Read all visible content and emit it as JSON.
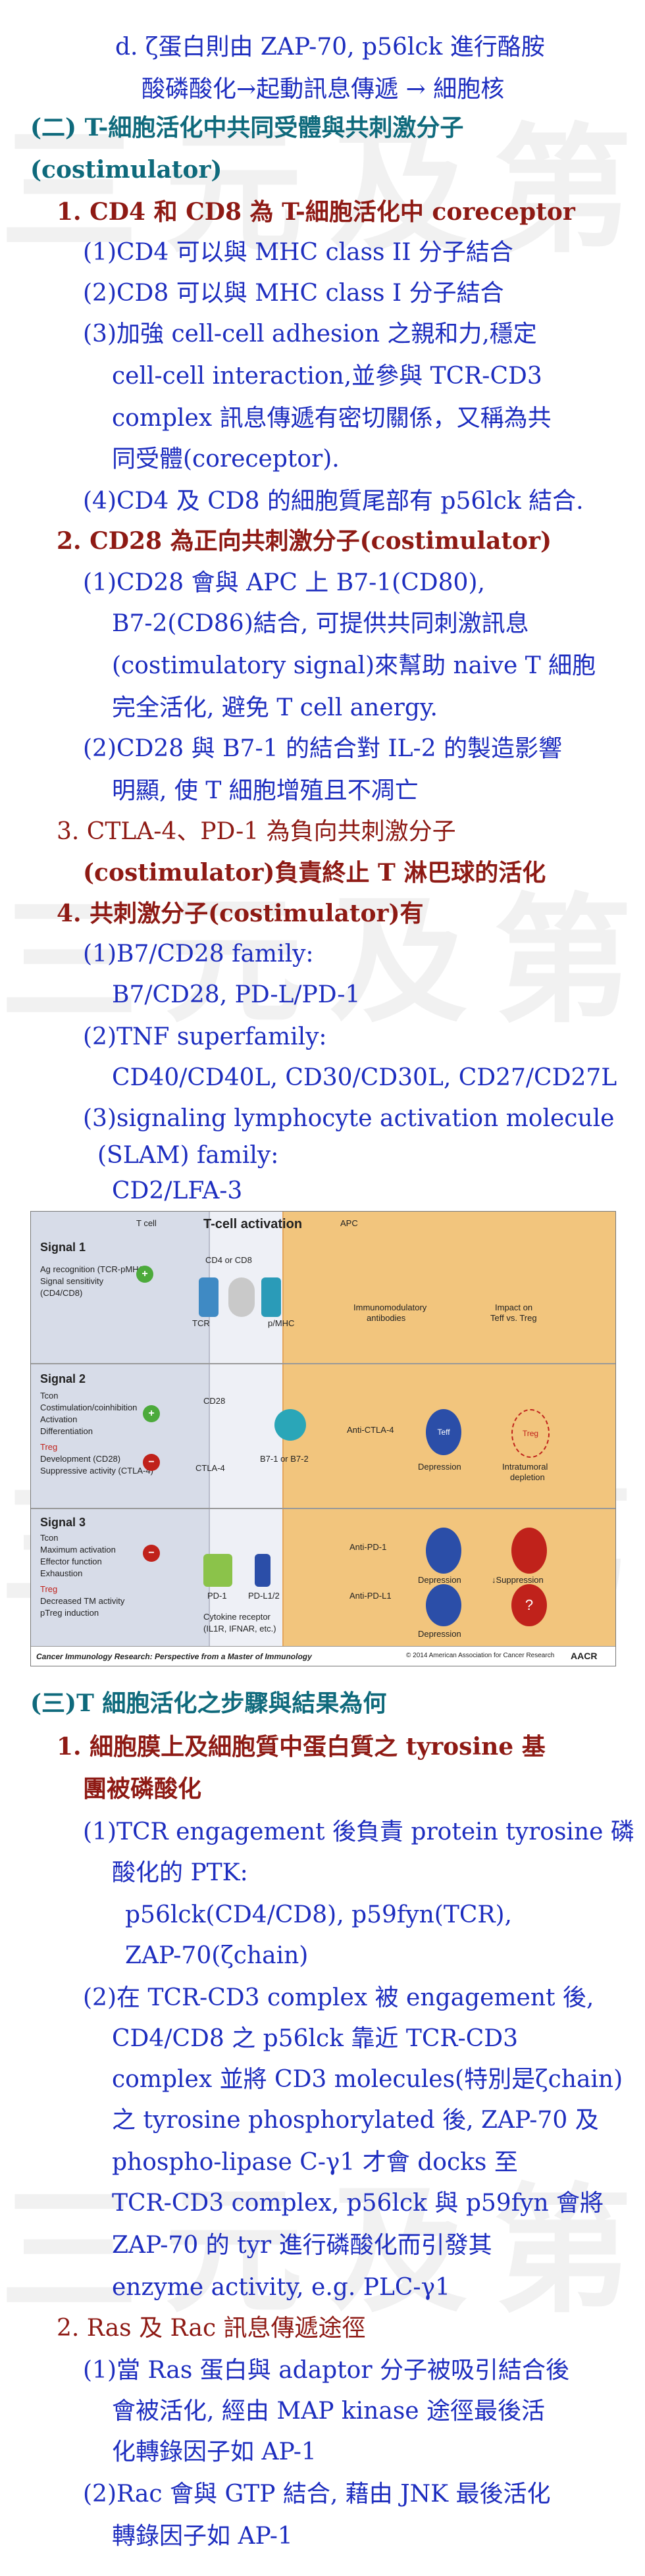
{
  "lines": [
    "d. ζ蛋白則由 ZAP-70, p56lck 進行酪胺",
    "酸磷酸化→起動訊息傳遞 → 細胞核",
    "(二) T-細胞活化中共同受體與共刺激分子",
    "(costimulator)",
    "1. CD4 和 CD8 為 T-細胞活化中 coreceptor",
    "(1)CD4 可以與 MHC class II 分子結合",
    "(2)CD8 可以與 MHC class I 分子結合",
    "(3)加強 cell-cell adhesion 之親和力,穩定",
    "cell-cell interaction,並參與 TCR-CD3",
    "complex 訊息傳遞有密切關係，又稱為共",
    "同受體(coreceptor).",
    "(4)CD4 及 CD8 的細胞質尾部有 p56lck 結合.",
    "2. CD28 為正向共刺激分子(costimulator)",
    "(1)CD28 會與 APC 上 B7-1(CD80),",
    "B7-2(CD86)結合, 可提供共同刺激訊息",
    "(costimulatory signal)來幫助 naive T 細胞",
    "完全活化, 避免 T cell anergy.",
    "(2)CD28 與 B7-1 的結合對 IL-2 的製造影響",
    "明顯, 使 T 細胞增殖且不凋亡",
    "3. CTLA-4、PD-1 為負向共刺激分子",
    "(costimulator)負責終止 T 淋巴球的活化",
    "4. 共刺激分子(costimulator)有",
    "(1)B7/CD28 family:",
    "B7/CD28, PD-L/PD-1",
    "(2)TNF superfamily:",
    "CD40/CD40L, CD30/CD30L, CD27/CD27L",
    "(3)signaling lymphocyte activation molecule",
    "(SLAM) family:",
    "CD2/LFA-3",
    "(三)T 細胞活化之步驟與結果為何",
    "1. 細胞膜上及細胞質中蛋白質之 tyrosine 基",
    "團被磷酸化",
    "(1)TCR engagement 後負責 protein tyrosine 磷",
    "酸化的 PTK:",
    "p56lck(CD4/CD8), p59fyn(TCR),",
    "ZAP-70(ζchain)",
    "(2)在 TCR-CD3 complex 被 engagement 後,",
    "CD4/CD8 之 p56lck 靠近 TCR-CD3",
    "complex 並將 CD3 molecules(特別是ζchain)",
    "之 tyrosine phosphorylated 後, ZAP-70 及",
    "phospho-lipase C-γ1 才會 docks 至",
    "TCR-CD3 complex, p56lck 與 p59fyn 會將",
    "ZAP-70 的 tyr 進行磷酸化而引發其",
    "enzyme activity, e.g. PLC-γ1",
    "2. Ras 及 Rac 訊息傳遞途徑",
    "(1)當 Ras 蛋白與 adaptor 分子被吸引結合後",
    "會被活化, 經由 MAP kinase 途徑最後活",
    "化轉錄因子如 AP-1",
    "(2)Rac 會與 GTP 結合, 藉由 JNK 最後活化",
    "轉錄因子如 AP-1"
  ],
  "watermark": "三元及第",
  "figure": {
    "title": "T-cell activation",
    "t_cell": "T cell",
    "apc": "APC",
    "signal1": "Signal 1",
    "signal2": "Signal 2",
    "signal3": "Signal 3",
    "s1_text1": "Ag recognition (TCR-pMHC)",
    "s1_text2": "Signal sensitivity",
    "s1_text3": "(CD4/CD8)",
    "cd4_cd8": "CD4 or CD8",
    "tcr": "TCR",
    "pmhc": "p/MHC",
    "immunomod": "Immunomodulatory",
    "antibodies": "antibodies",
    "impact": "Impact on",
    "teff_treg": "Teff vs. Treg",
    "s2_text1": "Costimulation/coinhibition",
    "s2_text2": "Activation",
    "s2_text3": "Differentiation",
    "treg": "Treg",
    "s2_text4": "Development (CD28)",
    "s2_text5": "Suppressive activity (CTLA-4)",
    "cd28": "CD28",
    "ctla4": "CTLA-4",
    "b7": "B7-1 or B7-2",
    "anti_ctla4": "Anti-CTLA-4",
    "teff": "Teff",
    "depression": "Depression",
    "intratumoral": "Intratumoral",
    "depletion": "depletion",
    "tcon": "Tcon",
    "s3_text1": "Maximum activation",
    "s3_text2": "Effector function",
    "s3_text3": "Exhaustion",
    "s3_text4": "Decreased TM activity",
    "s3_text5": "pTreg induction",
    "pd1": "PD-1",
    "pdl12": "PD-L1/2",
    "cytokine": "Cytokine receptor",
    "cytokine2": "(IL1R, IFNAR, etc.)",
    "anti_pd1": "Anti-PD-1",
    "anti_pdl1": "Anti-PD-L1",
    "suppression": "↓Suppression",
    "question": "?",
    "footer": "Cancer Immunology Research: Perspective from a Master of Immunology",
    "copyright": "© 2014 American Association for Cancer Research",
    "logo": "AACR"
  }
}
